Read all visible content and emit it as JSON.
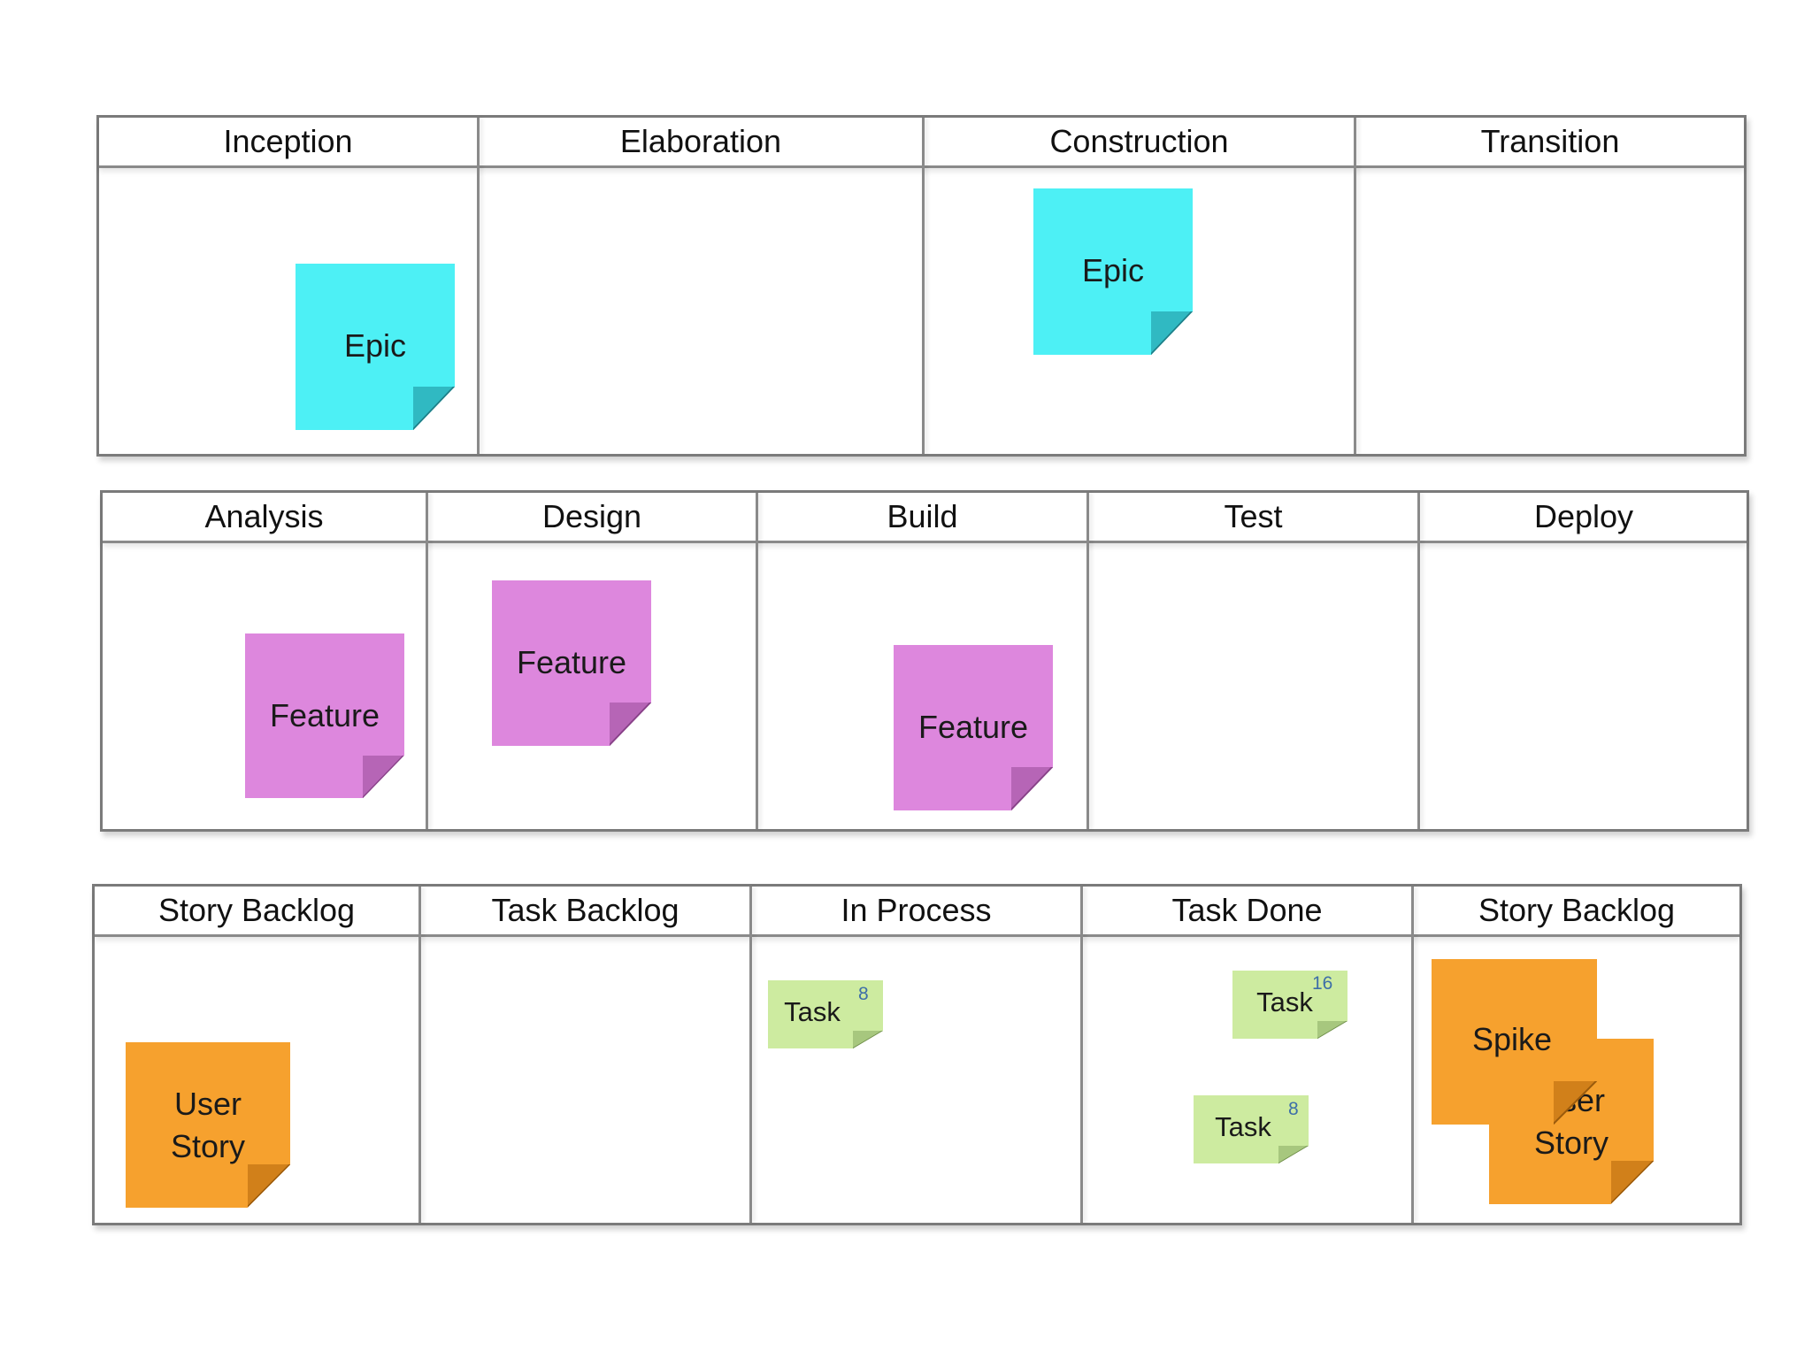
{
  "boards": [
    {
      "name": "phases-board",
      "columns": [
        "Inception",
        "Elaboration",
        "Construction",
        "Transition"
      ]
    },
    {
      "name": "features-board",
      "columns": [
        "Analysis",
        "Design",
        "Build",
        "Test",
        "Deploy"
      ]
    },
    {
      "name": "tasks-board",
      "columns": [
        "Story Backlog",
        "Task Backlog",
        "In Process",
        "Task Done",
        "Story Backlog"
      ]
    }
  ],
  "notes": {
    "epic_1": {
      "label": "Epic"
    },
    "epic_2": {
      "label": "Epic"
    },
    "feature_1": {
      "label": "Feature"
    },
    "feature_2": {
      "label": "Feature"
    },
    "feature_3": {
      "label": "Feature"
    },
    "user_story_1": {
      "label": "User\nStory"
    },
    "task_1": {
      "label": "Task",
      "estimate": "8"
    },
    "task_2": {
      "label": "Task",
      "estimate": "16"
    },
    "task_3": {
      "label": "Task",
      "estimate": "8"
    },
    "user_story_2": {
      "label": "User\nStory"
    },
    "spike": {
      "label": "Spike"
    }
  },
  "colors": {
    "epic": "#4df0f5",
    "feature": "#dd87dd",
    "story": "#f6a12e",
    "task": "#cdeba0",
    "estimate_text": "#3d6ea8",
    "grid_lines": "#8a8a8a"
  }
}
